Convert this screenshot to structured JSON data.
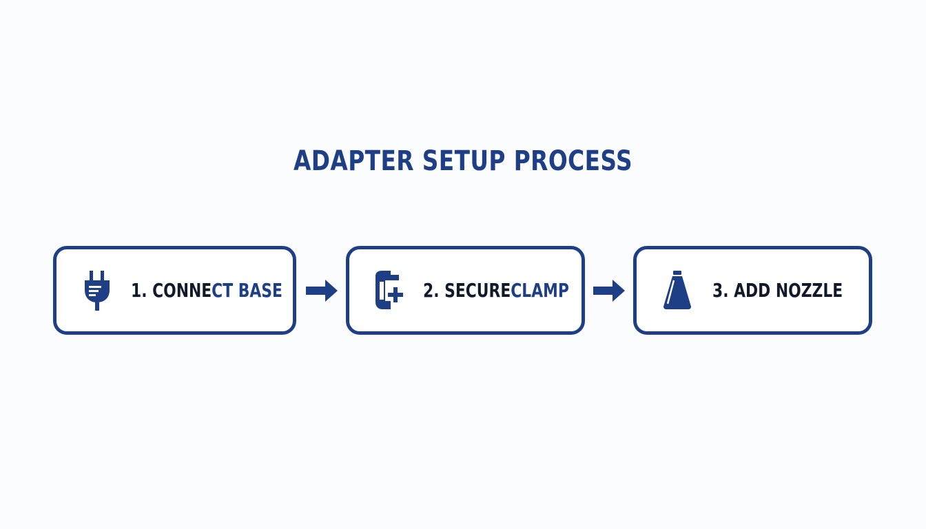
{
  "title": "ADAPTER SETUP PROCESS",
  "colors": {
    "accent": "#1e3f86",
    "text_dark": "#111a2b",
    "background": "#fbfcfd"
  },
  "steps": [
    {
      "icon": "plug-icon",
      "label_dark": "1. CONNE",
      "label_blue": "CT BASE"
    },
    {
      "icon": "clamp-icon",
      "label_dark": "2. SECURE ",
      "label_blue": "CLAMP"
    },
    {
      "icon": "nozzle-icon",
      "label_dark": "3. ADD NOZZLE",
      "label_blue": ""
    }
  ]
}
